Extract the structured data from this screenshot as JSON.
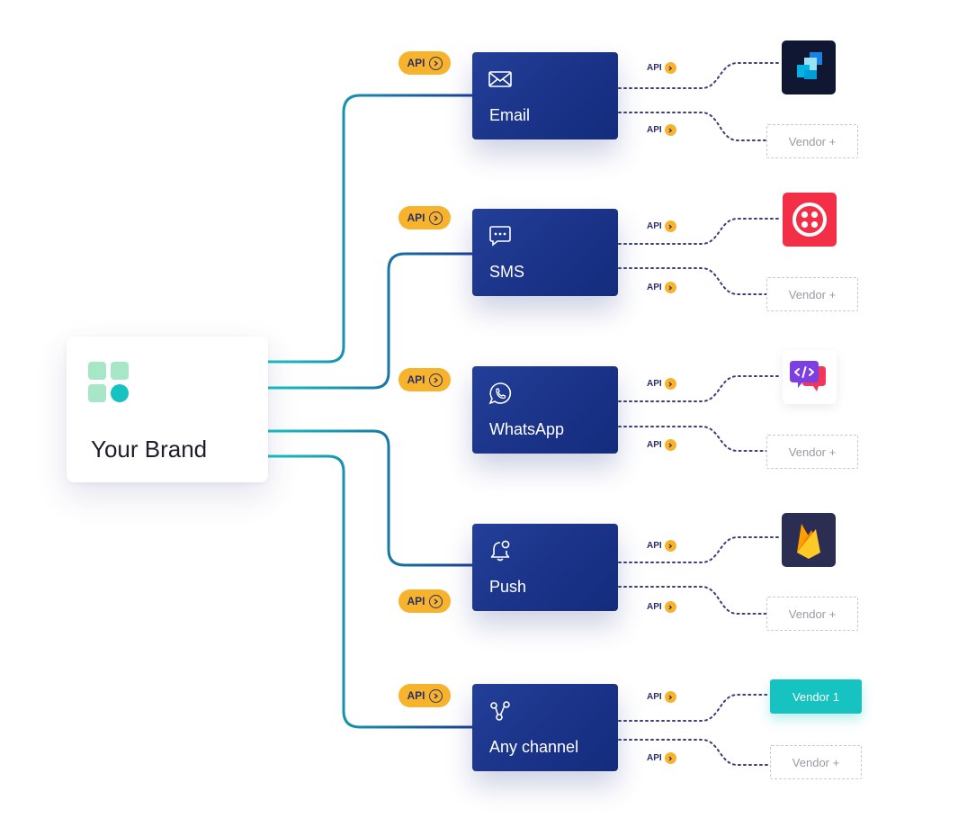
{
  "brand": {
    "name": "Your Brand",
    "logo_icon": "brand-grid-icon"
  },
  "channels": [
    {
      "label": "Email",
      "icon": "mail-icon",
      "api": "API"
    },
    {
      "label": "SMS",
      "icon": "chat-icon",
      "api": "API"
    },
    {
      "label": "WhatsApp",
      "icon": "whatsapp-icon",
      "api": "API"
    },
    {
      "label": "Push",
      "icon": "bell-icon",
      "api": "API"
    },
    {
      "label": "Any channel",
      "icon": "network-icon",
      "api": "API"
    }
  ],
  "vendor_links": {
    "api_label": "API",
    "vendor_plus": "Vendor +",
    "vendor_one": "Vendor 1",
    "logos": [
      "sendgrid-logo",
      "twilio-logo",
      "chat-code-logo",
      "firebase-logo"
    ]
  },
  "colors": {
    "card": "#1a3388",
    "accent_teal": "#17c3c1",
    "api_pill": "#f7b32b",
    "twilio_red": "#f22f46",
    "firebase_bg": "#2b2d52"
  }
}
